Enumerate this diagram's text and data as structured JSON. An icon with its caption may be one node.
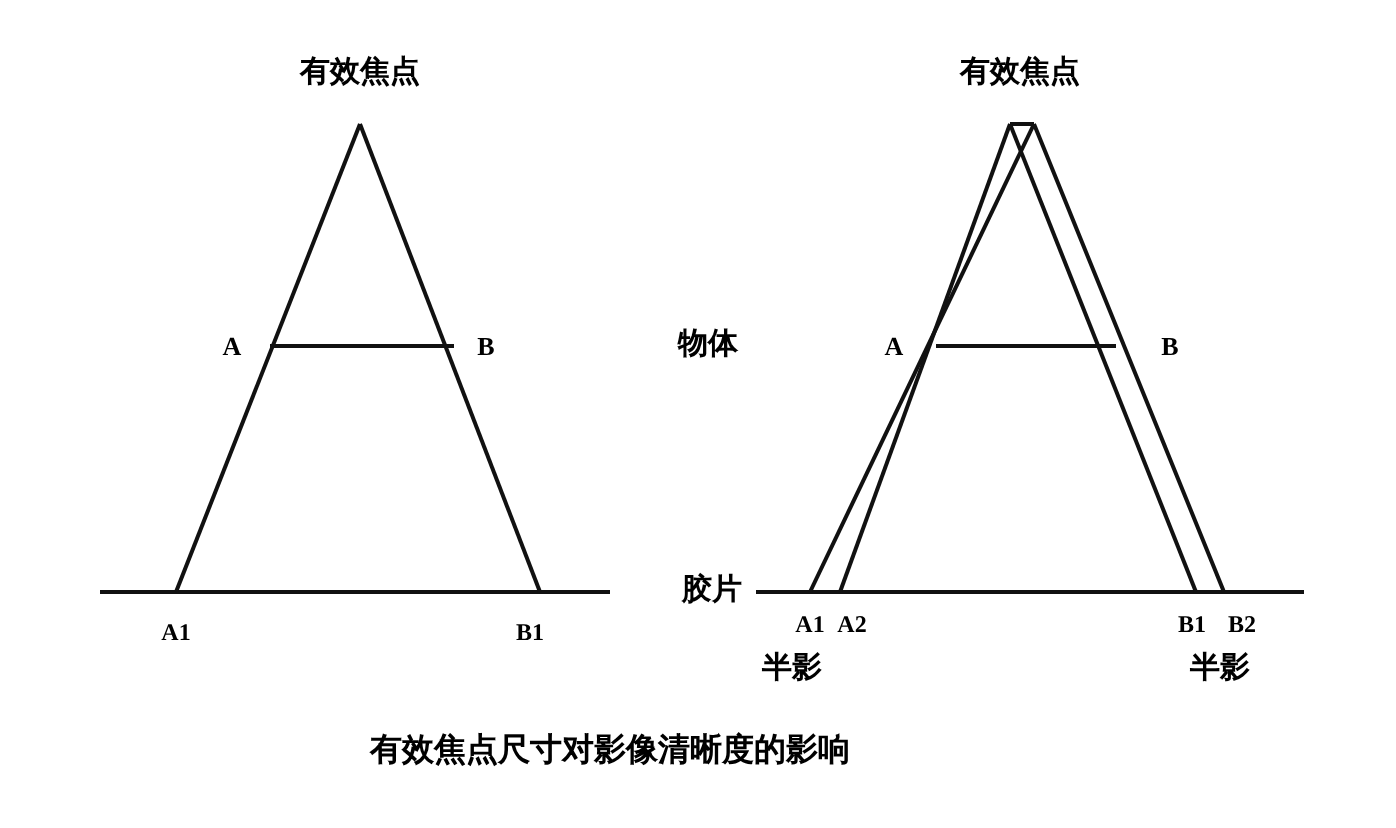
{
  "diagram": {
    "caption": "有效焦点尺寸对影像清晰度的影响",
    "labels": [
      "有效焦点",
      "有效焦点",
      "A",
      "B",
      "物体",
      "A",
      "B",
      "胶片",
      "A1",
      "B1",
      "A1",
      "A2",
      "B1",
      "B2",
      "半影",
      "半影"
    ]
  }
}
